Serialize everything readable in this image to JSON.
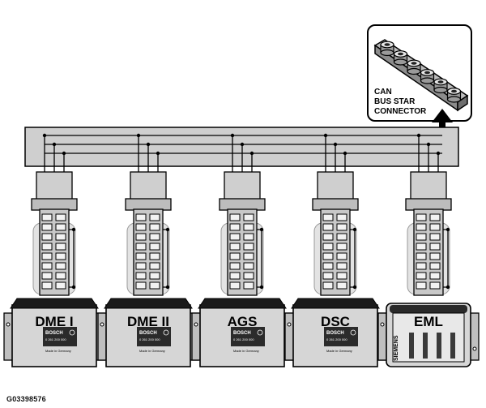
{
  "connector": {
    "lines": [
      "CAN",
      "BUS STAR",
      "CONNECTOR"
    ],
    "pin_count": 6
  },
  "modules": [
    {
      "label": "DME I",
      "brand": "BOSCH",
      "part": "0 261 200 000",
      "origin": "Made in Germany",
      "style": "bosch"
    },
    {
      "label": "DME II",
      "brand": "BOSCH",
      "part": "0 261 200 000",
      "origin": "Made in Germany",
      "style": "bosch"
    },
    {
      "label": "AGS",
      "brand": "BOSCH",
      "part": "0 261 200 000",
      "origin": "Made in Germany",
      "style": "bosch"
    },
    {
      "label": "DSC",
      "brand": "BOSCH",
      "part": "0 261 200 000",
      "origin": "Made in Germany",
      "style": "bosch"
    },
    {
      "label": "EML",
      "brand": "SIEMENS",
      "style": "siemens"
    }
  ],
  "figure_ref": "G03398576",
  "colors": {
    "bus_band": "#cfcfcf",
    "module_body": "#d6d6d6",
    "module_cap": "#1a1a1a",
    "wire": "#000000"
  }
}
